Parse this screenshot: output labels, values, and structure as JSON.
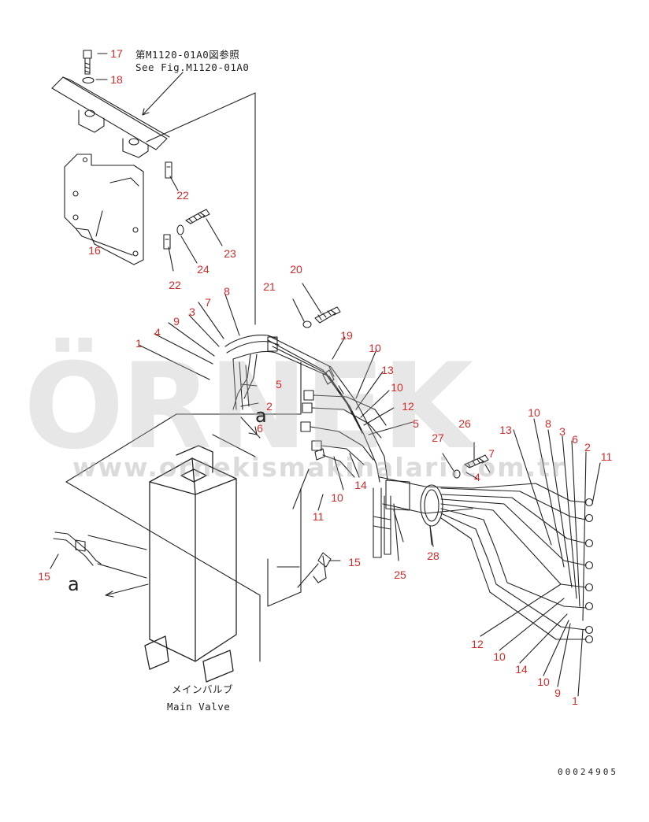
{
  "reference_note": {
    "jp": "第M1120-01A0図参照",
    "en": "See Fig.M1120-01A0"
  },
  "valve_caption": {
    "jp": "メインバルブ",
    "en": "Main Valve"
  },
  "view_letter": "a",
  "watermark": {
    "brand": "ÖRNEK",
    "url": "www.ornekismakinalari.com.tr"
  },
  "drawing_number": "00024905",
  "label_color": "#d42a2a",
  "callouts": [
    {
      "id": "c17",
      "text": "17"
    },
    {
      "id": "c18",
      "text": "18"
    },
    {
      "id": "c22a",
      "text": "22"
    },
    {
      "id": "c16",
      "text": "16"
    },
    {
      "id": "c24",
      "text": "24"
    },
    {
      "id": "c23",
      "text": "23"
    },
    {
      "id": "c22b",
      "text": "22"
    },
    {
      "id": "c20",
      "text": "20"
    },
    {
      "id": "c21",
      "text": "21"
    },
    {
      "id": "c7a",
      "text": "7"
    },
    {
      "id": "c8a",
      "text": "8"
    },
    {
      "id": "c3a",
      "text": "3"
    },
    {
      "id": "c9a",
      "text": "9"
    },
    {
      "id": "c4a",
      "text": "4"
    },
    {
      "id": "c1a",
      "text": "1"
    },
    {
      "id": "c19",
      "text": "19"
    },
    {
      "id": "c10a",
      "text": "10"
    },
    {
      "id": "c13a",
      "text": "13"
    },
    {
      "id": "c5a",
      "text": "5"
    },
    {
      "id": "c10b",
      "text": "10"
    },
    {
      "id": "c2a",
      "text": "2"
    },
    {
      "id": "c12a",
      "text": "12"
    },
    {
      "id": "c6a",
      "text": "6"
    },
    {
      "id": "c5b",
      "text": "5"
    },
    {
      "id": "c27",
      "text": "27"
    },
    {
      "id": "c26",
      "text": "26"
    },
    {
      "id": "c7b",
      "text": "7"
    },
    {
      "id": "c4b",
      "text": "4"
    },
    {
      "id": "c14a",
      "text": "14"
    },
    {
      "id": "c10c",
      "text": "10"
    },
    {
      "id": "c11a",
      "text": "11"
    },
    {
      "id": "c25",
      "text": "25"
    },
    {
      "id": "c28",
      "text": "28"
    },
    {
      "id": "c15a",
      "text": "15"
    },
    {
      "id": "c15b",
      "text": "15"
    },
    {
      "id": "c13b",
      "text": "13"
    },
    {
      "id": "c10d",
      "text": "10"
    },
    {
      "id": "c8b",
      "text": "8"
    },
    {
      "id": "c3b",
      "text": "3"
    },
    {
      "id": "c6b",
      "text": "6"
    },
    {
      "id": "c2b",
      "text": "2"
    },
    {
      "id": "c11b",
      "text": "11"
    },
    {
      "id": "c12b",
      "text": "12"
    },
    {
      "id": "c10e",
      "text": "10"
    },
    {
      "id": "c14b",
      "text": "14"
    },
    {
      "id": "c10f",
      "text": "10"
    },
    {
      "id": "c9b",
      "text": "9"
    },
    {
      "id": "c1b",
      "text": "1"
    }
  ]
}
